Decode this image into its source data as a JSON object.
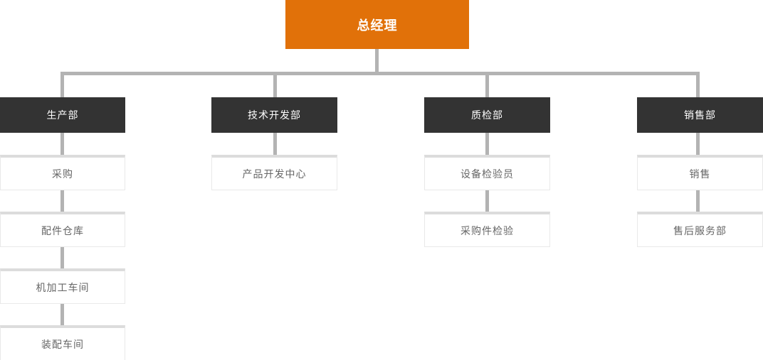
{
  "org": {
    "root": {
      "label": "总经理"
    },
    "columns": [
      {
        "department": {
          "label": "生产部"
        },
        "children": [
          {
            "label": "采购"
          },
          {
            "label": "配件仓库"
          },
          {
            "label": "机加工车间"
          },
          {
            "label": "装配车间"
          }
        ]
      },
      {
        "department": {
          "label": "技术开发部"
        },
        "children": [
          {
            "label": "产品开发中心"
          }
        ]
      },
      {
        "department": {
          "label": "质检部"
        },
        "children": [
          {
            "label": "设备检验员"
          },
          {
            "label": "采购件检验"
          }
        ]
      },
      {
        "department": {
          "label": "销售部"
        },
        "children": [
          {
            "label": "销售"
          },
          {
            "label": "售后服务部"
          }
        ]
      }
    ],
    "colors": {
      "background": "#FFFFFF",
      "root_bg": "#E17109",
      "root_text": "#FFFFFF",
      "dept_bg": "#333333",
      "dept_text": "#FFFFFF",
      "connector": "#B3B3B3",
      "leaf_bg": "#FFFFFF",
      "leaf_border": "#E9E9E9",
      "leaf_top_band": "#DCDCDC",
      "leaf_text": "#666666"
    }
  }
}
